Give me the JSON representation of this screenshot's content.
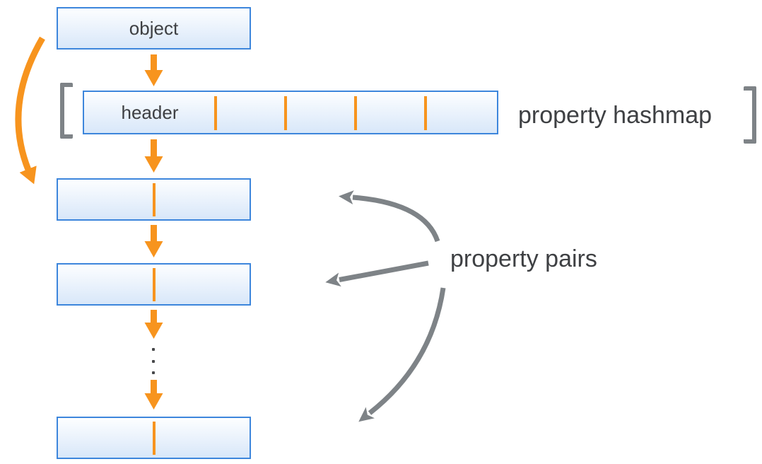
{
  "diagram": {
    "object_box": {
      "label": "object"
    },
    "hashmap": {
      "label": "property hashmap",
      "header_label": "header",
      "cell_count": 5,
      "divider_count": 4
    },
    "pairs": {
      "label": "property pairs",
      "visible_pair_count": 3,
      "has_ellipsis": true
    },
    "colors": {
      "accent_orange": "#F7941E",
      "box_border_blue": "#3D86DC",
      "box_fill_top": "#FDFEFF",
      "box_fill_bottom": "#D8E7F9",
      "bracket_gray": "#7E8387",
      "text_dark": "#3E4043"
    }
  }
}
